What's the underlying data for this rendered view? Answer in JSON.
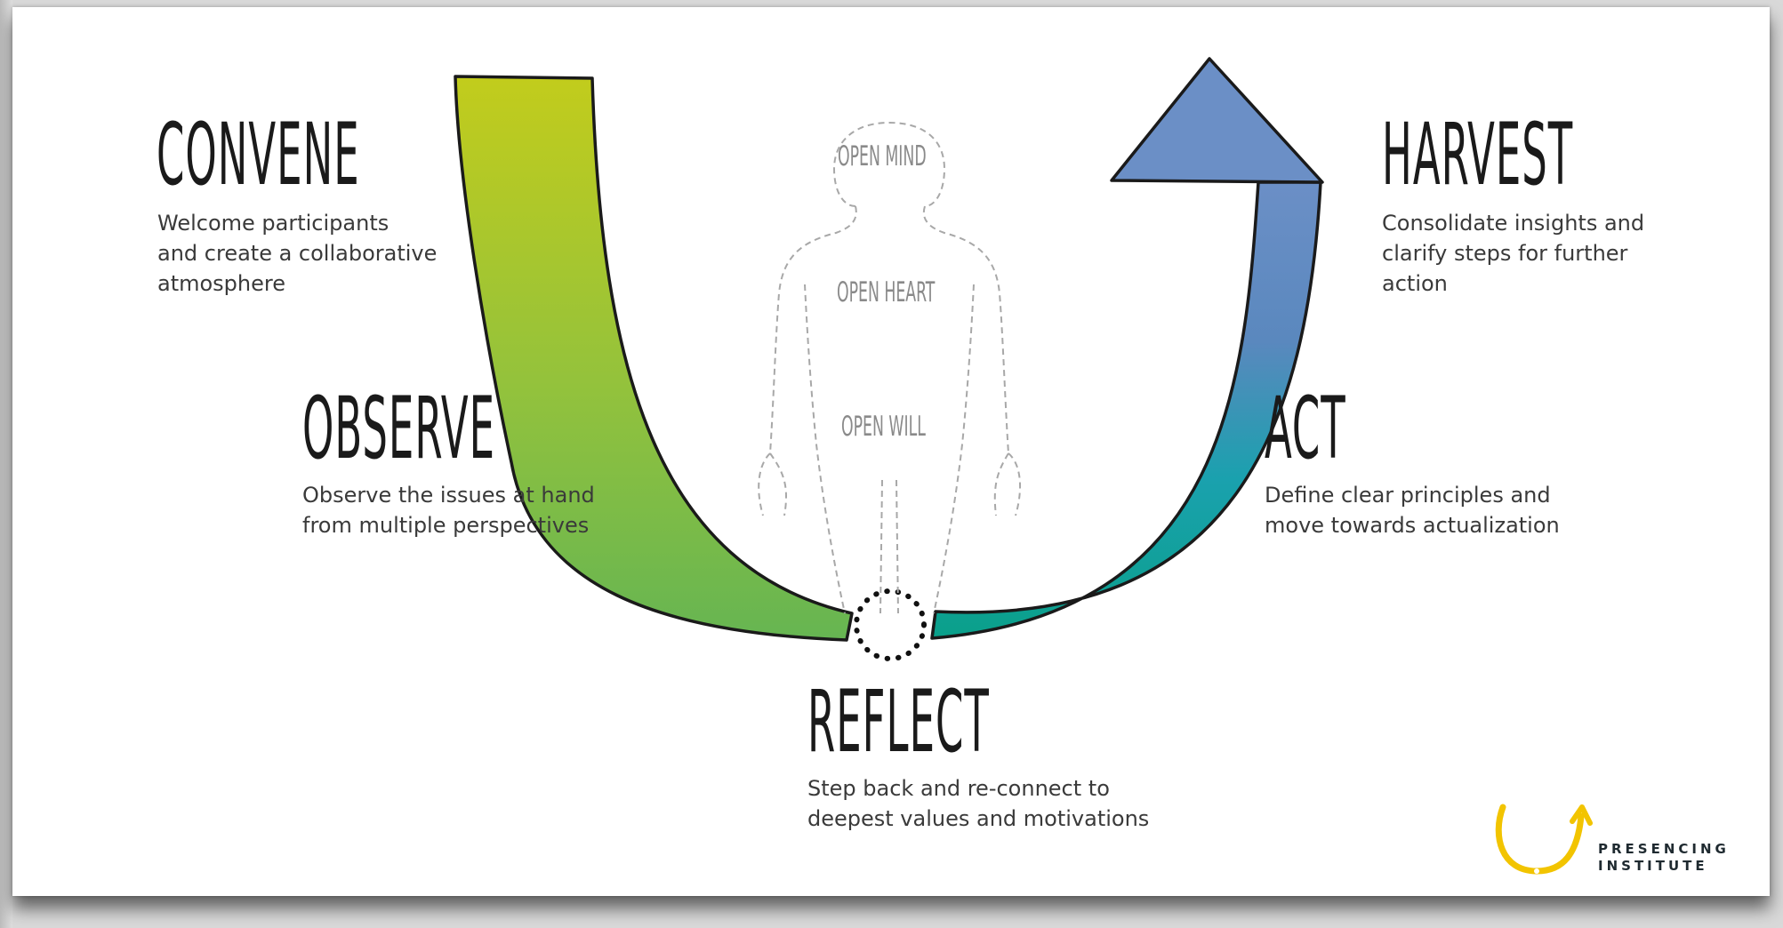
{
  "stages": {
    "convene": {
      "title": "CONVENE",
      "description": "Welcome participants\nand create a collaborative\natmosphere"
    },
    "observe": {
      "title": "OBSERVE",
      "description": "Observe the issues at hand\nfrom multiple perspectives"
    },
    "reflect": {
      "title": "REFLECT",
      "description": "Step back and re-connect to\ndeepest values and motivations"
    },
    "act": {
      "title": "ACT",
      "description": "Define clear principles and\nmove towards actualization"
    },
    "harvest": {
      "title": "HARVEST",
      "description": "Consolidate insights and\nclarify steps for further\naction"
    }
  },
  "figure_labels": {
    "mind": "OPEN MIND",
    "heart": "OPEN HEART",
    "will": "OPEN WILL"
  },
  "logo": {
    "text": "PRESENCING\nINSTITUTE",
    "color": "#f2c400"
  },
  "colors": {
    "left_arc_top": "#c2cc1c",
    "left_arc_bottom": "#6db44e",
    "right_arc_top": "#6b8fc6",
    "right_arc_bottom": "#0aa08a"
  }
}
